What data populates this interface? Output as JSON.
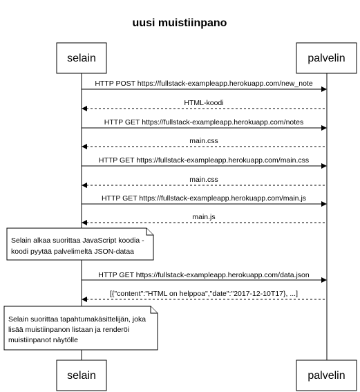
{
  "title": "uusi muistiinpano",
  "participants": {
    "left": "selain",
    "right": "palvelin"
  },
  "messages": [
    {
      "text": "HTTP POST https://fullstack-exampleapp.herokuapp.com/new_note",
      "direction": "right",
      "style": "solid"
    },
    {
      "text": "HTML-koodi",
      "direction": "left",
      "style": "dashed"
    },
    {
      "text": "HTTP GET https://fullstack-exampleapp.herokuapp.com/notes",
      "direction": "right",
      "style": "solid"
    },
    {
      "text": "main.css",
      "direction": "left",
      "style": "dashed"
    },
    {
      "text": "HTTP GET https://fullstack-exampleapp.herokuapp.com/main.css",
      "direction": "right",
      "style": "solid"
    },
    {
      "text": "main.css",
      "direction": "left",
      "style": "dashed"
    },
    {
      "text": "HTTP GET https://fullstack-exampleapp.herokuapp.com/main.js",
      "direction": "right",
      "style": "solid"
    },
    {
      "text": "main.js",
      "direction": "left",
      "style": "dashed"
    },
    {
      "text": "HTTP GET https://fullstack-exampleapp.herokuapp.com/data.json",
      "direction": "right",
      "style": "solid"
    },
    {
      "text": "[{\"content\":\"HTML on helppoa\",\"date\":\"2017-12-10T17}, ...]",
      "direction": "left",
      "style": "dashed"
    }
  ],
  "notes": [
    {
      "lines": [
        "Selain alkaa suorittaa JavaScript koodia -",
        "koodi pyytää palvelimeltä JSON-dataa"
      ]
    },
    {
      "lines": [
        "Selain suorittaa tapahtumakäsittelijän, joka",
        "lisää muistiinpanon listaan ja renderöi",
        "muistiinpanot näytölle"
      ]
    }
  ]
}
